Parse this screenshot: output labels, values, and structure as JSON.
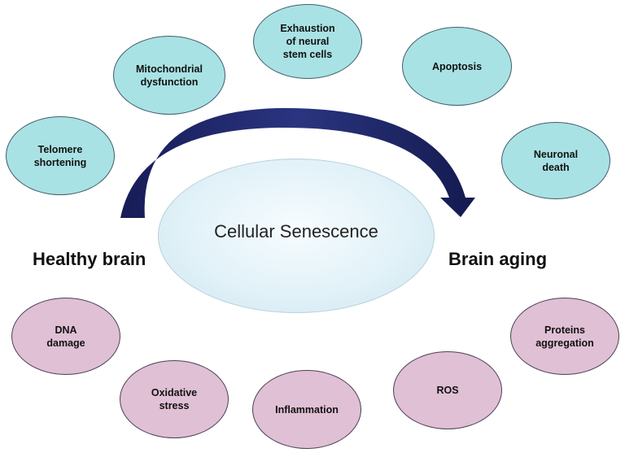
{
  "center": {
    "label": "Cellular Senescence"
  },
  "left_label": "Healthy brain",
  "right_label": "Brain aging",
  "causes_top": [
    {
      "label": "Telomere\nshortening"
    },
    {
      "label": "Mitochondrial\ndysfunction"
    },
    {
      "label": "Exhaustion\nof neural\nstem cells"
    },
    {
      "label": "Apoptosis"
    },
    {
      "label": "Neuronal\ndeath"
    }
  ],
  "causes_bottom": [
    {
      "label": "DNA\ndamage"
    },
    {
      "label": "Oxidative\nstress"
    },
    {
      "label": "Inflammation"
    },
    {
      "label": "ROS"
    },
    {
      "label": "Proteins\naggregation"
    }
  ],
  "colors": {
    "top_fill": "#a9e2e4",
    "bottom_fill": "#e0c0d4",
    "arrow": "#1b2160"
  }
}
